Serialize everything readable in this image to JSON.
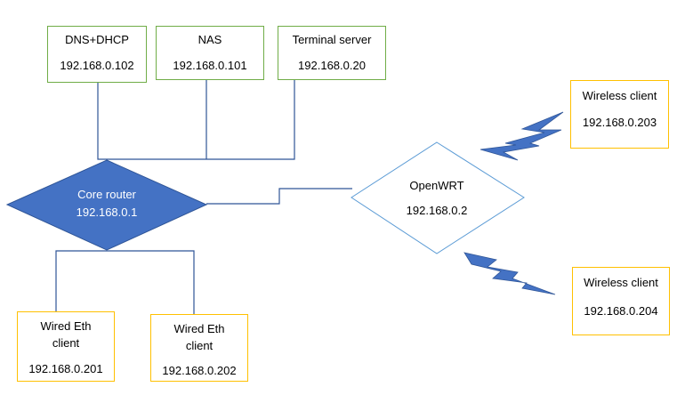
{
  "colors": {
    "connector": "#2f5597",
    "router_fill": "#4472c4",
    "router_edge": "#2f5597",
    "openwrt_edge": "#5b9bd5",
    "server_box_border": "#70ad47",
    "client_box_border": "#ffc000",
    "wireless_bolt": "#4472c4"
  },
  "nodes": {
    "dns_dhcp": {
      "name": "DNS+DHCP",
      "ip": "192.168.0.102"
    },
    "nas": {
      "name": "NAS",
      "ip": "192.168.0.101"
    },
    "terminal_server": {
      "name": "Terminal server",
      "ip": "192.168.0.20"
    },
    "core_router": {
      "name": "Core router",
      "ip": "192.168.0.1"
    },
    "openwrt": {
      "name": "OpenWRT",
      "ip": "192.168.0.2"
    },
    "wired_1": {
      "name_line1": "Wired Eth",
      "name_line2": "client",
      "ip": "192.168.0.201"
    },
    "wired_2": {
      "name_line1": "Wired Eth",
      "name_line2": "client",
      "ip": "192.168.0.202"
    },
    "wireless_1": {
      "name": "Wireless client",
      "ip": "192.168.0.203"
    },
    "wireless_2": {
      "name": "Wireless client",
      "ip": "192.168.0.204"
    }
  },
  "links": [
    {
      "from": "dns_dhcp",
      "to": "core_router",
      "kind": "wired"
    },
    {
      "from": "nas",
      "to": "core_router",
      "kind": "wired"
    },
    {
      "from": "terminal_server",
      "to": "core_router",
      "kind": "wired"
    },
    {
      "from": "core_router",
      "to": "openwrt",
      "kind": "wired"
    },
    {
      "from": "core_router",
      "to": "wired_1",
      "kind": "wired"
    },
    {
      "from": "core_router",
      "to": "wired_2",
      "kind": "wired"
    },
    {
      "from": "openwrt",
      "to": "wireless_1",
      "kind": "wireless"
    },
    {
      "from": "openwrt",
      "to": "wireless_2",
      "kind": "wireless"
    }
  ]
}
